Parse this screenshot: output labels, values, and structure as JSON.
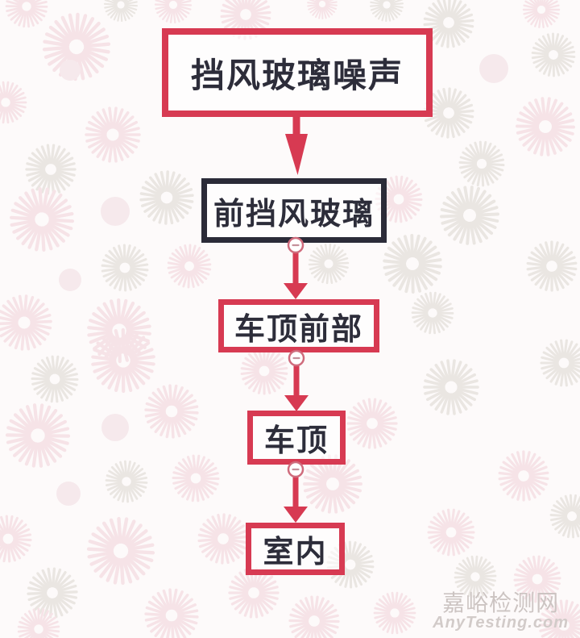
{
  "colors": {
    "accent_red": "#d73a52",
    "dark_border": "#2b2b38",
    "text": "#2d2d3a",
    "background": "#fdfafa",
    "watermark": "#ccc4c2",
    "pattern_pink": "#f6e3e7",
    "pattern_gray": "#eae6e2",
    "pattern_soft": "#f6e9ec"
  },
  "flowchart": {
    "direction": "top-down",
    "nodes": [
      {
        "id": "windshield-noise",
        "label": "挡风玻璃噪声",
        "border": "red"
      },
      {
        "id": "front-windshield",
        "label": "前挡风玻璃",
        "border": "dark"
      },
      {
        "id": "roof-front",
        "label": "车顶前部",
        "border": "red"
      },
      {
        "id": "roof",
        "label": "车顶",
        "border": "red"
      },
      {
        "id": "interior",
        "label": "室内",
        "border": "red"
      }
    ],
    "connector_symbol": "-",
    "arrow_color": "#d73a52"
  },
  "watermark": {
    "site_name_cn": "嘉峪检测网",
    "site_name_en": "AnyTesting.com"
  }
}
